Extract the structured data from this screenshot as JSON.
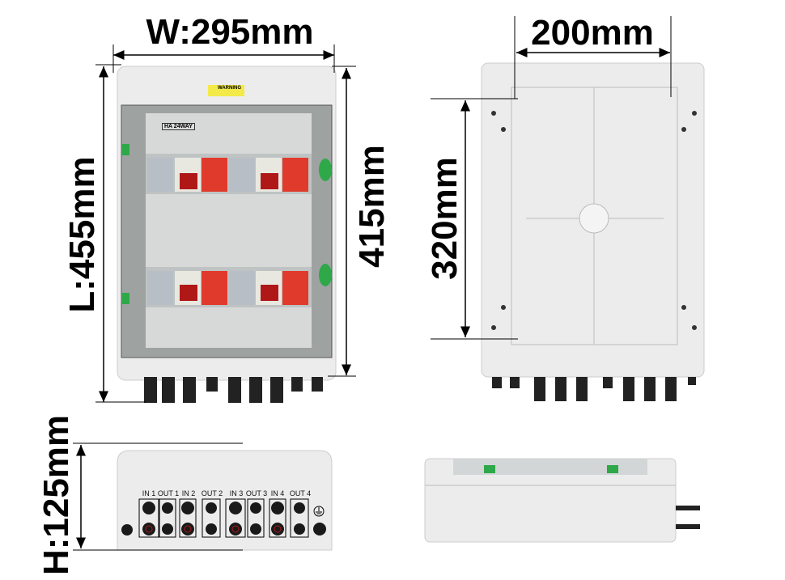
{
  "front_view": {
    "width_label": "W:295mm",
    "length_label": "L:455mm",
    "inner_height_label": "415mm",
    "warning_label": "WARNING",
    "model_label": "HA 24WAY"
  },
  "back_view": {
    "hole_spacing_width_label": "200mm",
    "hole_spacing_height_label": "320mm"
  },
  "bottom_view": {
    "height_label": "H:125mm",
    "ports": [
      "IN 1",
      "OUT 1",
      "IN 2",
      "OUT 2",
      "IN 3",
      "OUT 3",
      "IN 4",
      "OUT 4"
    ]
  },
  "colors": {
    "enclosure": "#ececec",
    "door": "#9ea3a2",
    "spd": "#e03a2c",
    "breaker": "#c01a1a",
    "latch": "#2fa84a"
  }
}
